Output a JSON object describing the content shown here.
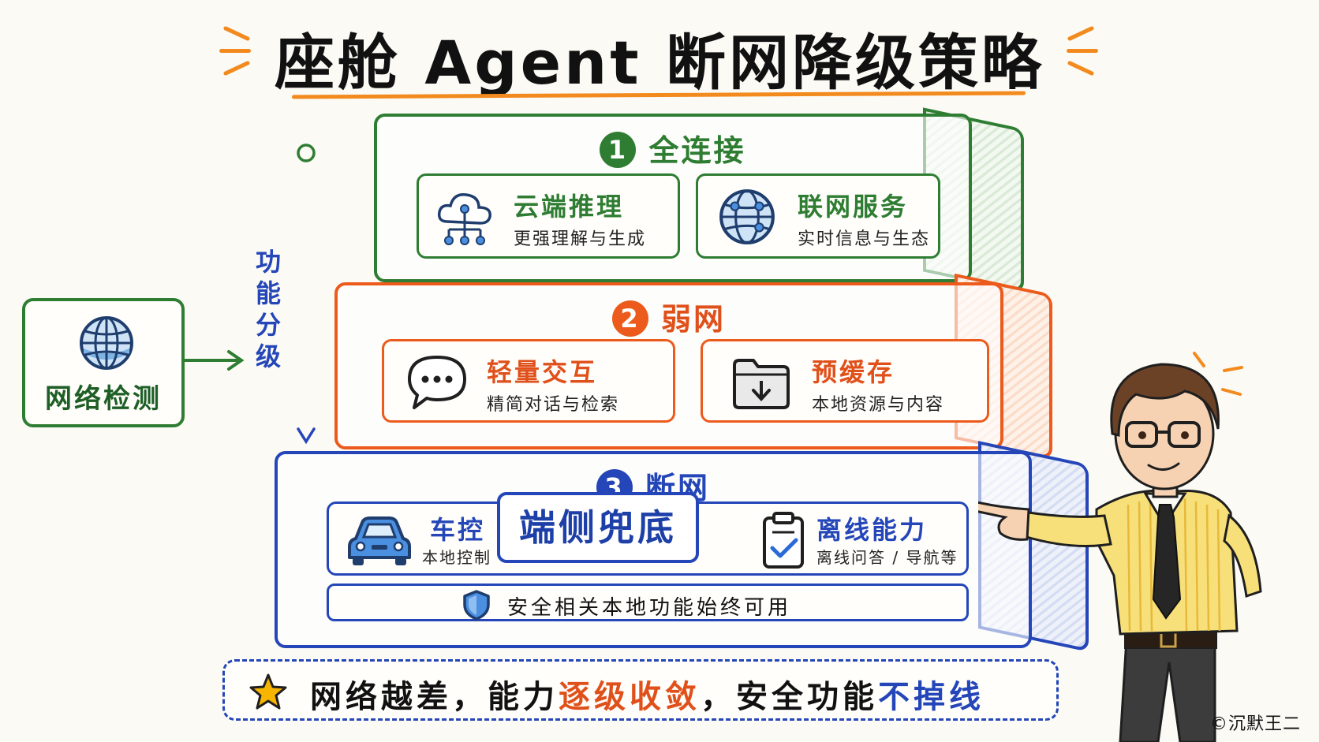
{
  "title": "座舱 Agent 断网降级策略",
  "colors": {
    "green": "#2e7d32",
    "orange": "#ec5a1c",
    "blue": "#2446b8",
    "accent": "#f28a1e",
    "star": "#f7b500"
  },
  "network_detection": {
    "label": "网络检测",
    "icon": "globe-icon"
  },
  "function_tiering_label": "功能分级",
  "tiers": [
    {
      "number": "1",
      "title": "全连接",
      "color": "#2e7d32",
      "items": [
        {
          "icon": "cloud-network-icon",
          "title": "云端推理",
          "subtitle": "更强理解与生成"
        },
        {
          "icon": "globe-icon",
          "title": "联网服务",
          "subtitle": "实时信息与生态"
        }
      ]
    },
    {
      "number": "2",
      "title": "弱网",
      "color": "#ec5a1c",
      "items": [
        {
          "icon": "chat-bubble-icon",
          "title": "轻量交互",
          "subtitle": "精简对话与检索"
        },
        {
          "icon": "folder-download-icon",
          "title": "预缓存",
          "subtitle": "本地资源与内容"
        }
      ]
    },
    {
      "number": "3",
      "title": "断网",
      "color": "#2446b8",
      "items": [
        {
          "icon": "car-icon",
          "title": "车控",
          "subtitle": "本地控制"
        },
        {
          "icon": "clipboard-check-icon",
          "title": "离线能力",
          "subtitle": "离线问答 / 导航等"
        }
      ],
      "core_label": "端侧兜底",
      "safety": {
        "icon": "shield-icon",
        "text": "安全相关本地功能始终可用"
      }
    }
  ],
  "summary": {
    "icon": "star-icon",
    "part1": "网络越差，能力",
    "highlight1": "逐级收敛",
    "part2": "，安全功能",
    "highlight2": "不掉线"
  },
  "copyright": "©沉默王二"
}
